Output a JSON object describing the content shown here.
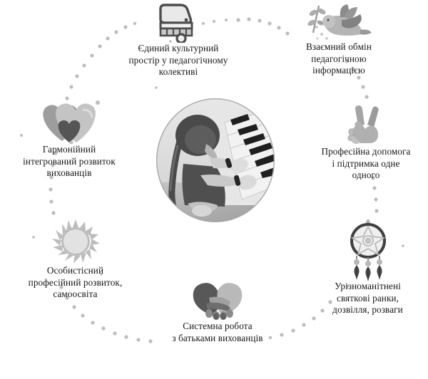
{
  "diagram": {
    "title": "Radial infographic of pedagogical collaboration",
    "center": {
      "image_name": "child-playing-piano-photo",
      "description": "Black and white photo of a child with braided hair playing a piano"
    },
    "colors": {
      "text": "#161616",
      "dot": "#b9b9b9",
      "icon_dark": "#4d4d4d",
      "icon_mid": "#8c8c8c",
      "icon_light": "#c8c8c8",
      "background": "#ffffff"
    },
    "nodes": [
      {
        "id": "culture-space",
        "icon": "piano-icon",
        "lines": [
          "Єдиний культурний",
          "простір у педагогічному",
          "колективі"
        ]
      },
      {
        "id": "information-exchange",
        "icon": "dove-icon",
        "lines": [
          "Взаємний обмін",
          "педагогічною",
          "інформацією"
        ]
      },
      {
        "id": "professional-help",
        "icon": "peace-hand-icon",
        "lines": [
          "Професійна допомога",
          "і підтримка одне",
          "одного"
        ]
      },
      {
        "id": "festive-events",
        "icon": "dreamcatcher-icon",
        "lines": [
          "Урізноманітнені",
          "святкові ранки,",
          "дозвілля, розваги"
        ]
      },
      {
        "id": "work-with-parents",
        "icon": "handshake-hearts-icon",
        "lines": [
          "Системна робота",
          "з батьками вихованців"
        ]
      },
      {
        "id": "self-education",
        "icon": "sun-icon",
        "lines": [
          "Особистісний",
          "професійний розвиток,",
          "самоосвіта"
        ]
      },
      {
        "id": "harmonious-development",
        "icon": "hearts-icon",
        "lines": [
          "Гармонійний",
          "інтегрований розвиток",
          "вихованців"
        ]
      }
    ]
  }
}
